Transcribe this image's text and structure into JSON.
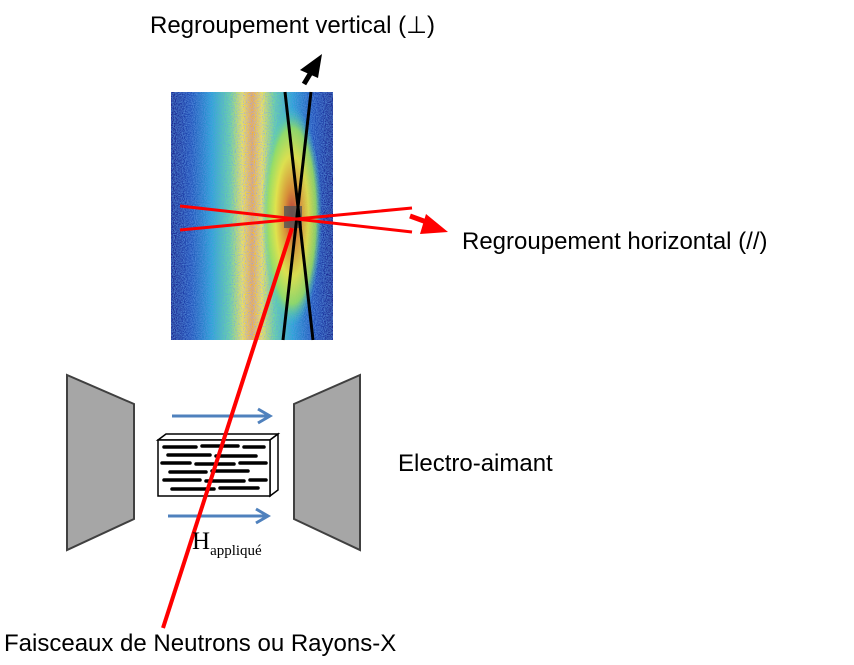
{
  "labels": {
    "vertical_grouping": "Regroupement vertical (⊥)",
    "horizontal_grouping": "Regroupement horizontal (//)",
    "electromagnet": "Electro-aimant",
    "beam": "Faisceaux de Neutrons ou Rayons-X",
    "field_symbol": "H",
    "field_subscript": "appliqué"
  },
  "colors": {
    "pattern_background": "#1a1e8c",
    "pattern_edge": "#1f78c8",
    "pattern_mid": "#3cc8d2",
    "pattern_green": "#9be05a",
    "pattern_yellow": "#f5e83a",
    "pattern_orange": "#f08a1e",
    "pattern_core": "#c81e1e",
    "beam_line": "#ff0000",
    "vertical_lines": "#000000",
    "field_arrows": "#4f81bd",
    "magnet_poles": "#a6a6a6",
    "magnet_outline": "#404040",
    "arrow_black": "#000000",
    "arrow_red": "#ff0000"
  },
  "icons": {
    "scattering_pattern": "2d-detector-image",
    "electromagnet": "magnet-pole-pieces",
    "sample": "aligned-particles-sample"
  }
}
